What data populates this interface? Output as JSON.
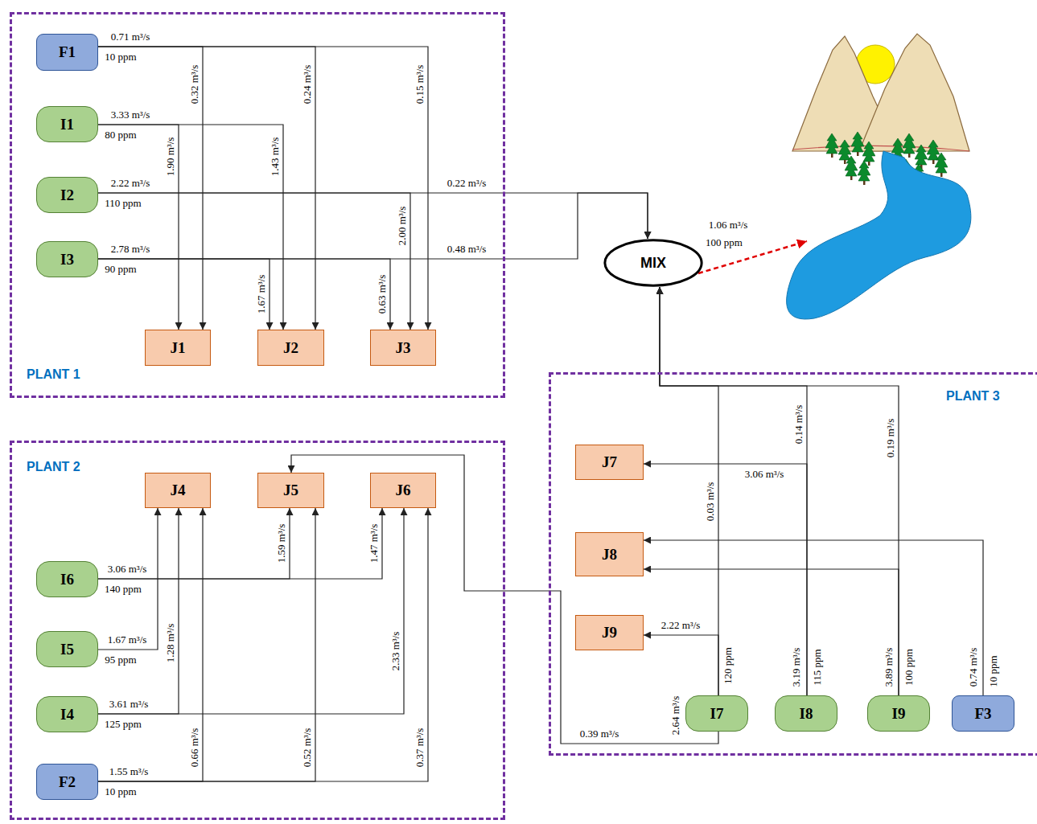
{
  "diagram": {
    "nodes": [
      {
        "text": [
          "PLANT 1"
        ]
      },
      {
        "text": [
          "F1"
        ],
        "in": 0
      },
      {
        "text": [
          "I1"
        ],
        "in": 0
      },
      {
        "text": [
          "I2"
        ],
        "in": 0
      },
      {
        "text": [
          "I3"
        ],
        "in": 0
      },
      {
        "text": [
          "J1"
        ],
        "in": 0
      },
      {
        "text": [
          "J2"
        ],
        "in": 0
      },
      {
        "text": [
          "J3"
        ],
        "in": 0
      },
      {
        "text": [
          "MIX"
        ]
      },
      {
        "text": [
          "PLANT 2"
        ]
      },
      {
        "text": [
          "J4"
        ],
        "in": 9
      },
      {
        "text": [
          "J5"
        ],
        "in": 9
      },
      {
        "text": [
          "J6"
        ],
        "in": 9
      },
      {
        "text": [
          "I6"
        ],
        "in": 9
      },
      {
        "text": [
          "I5"
        ],
        "in": 9
      },
      {
        "text": [
          "I4"
        ],
        "in": 9
      },
      {
        "text": [
          "F2"
        ],
        "in": 9
      },
      {
        "text": [
          "PLANT 3"
        ]
      },
      {
        "text": [
          "J7"
        ],
        "in": 17
      },
      {
        "text": [
          "J8"
        ],
        "in": 17
      },
      {
        "text": [
          "J9"
        ],
        "in": 17
      },
      {
        "text": [
          "I7"
        ],
        "in": 17
      },
      {
        "text": [
          "I8"
        ],
        "in": 17
      },
      {
        "text": [
          "I9"
        ],
        "in": 17
      },
      {
        "text": [
          "F3"
        ],
        "in": 17
      }
    ],
    "edges": [
      {
        "from": 1,
        "to": 5,
        "arrow": "to",
        "label": "0.32 m³/s"
      },
      {
        "from": 1,
        "to": 6,
        "arrow": "to",
        "label": "0.24 m³/s"
      },
      {
        "from": 1,
        "to": 7,
        "arrow": "to",
        "label": "0.15 m³/s"
      },
      {
        "from": 2,
        "to": 5,
        "arrow": "to",
        "label": "1.90 m³/s"
      },
      {
        "from": 2,
        "to": 6,
        "arrow": "to",
        "label": "1.43 m³/s"
      },
      {
        "from": 3,
        "to": 7,
        "arrow": "to",
        "label": "2.00 m³/s"
      },
      {
        "from": 3,
        "to": 8,
        "arrow": "to",
        "label": "0.22 m³/s"
      },
      {
        "from": 4,
        "to": 6,
        "arrow": "to",
        "label": "1.67 m³/s"
      },
      {
        "from": 4,
        "to": 7,
        "arrow": "to",
        "label": "0.63 m³/s"
      },
      {
        "from": 4,
        "to": 8,
        "arrow": "to",
        "label": "0.48 m³/s"
      },
      {
        "from": 13,
        "to": 11,
        "arrow": "to",
        "label": "1.59 m³/s"
      },
      {
        "from": 13,
        "to": 12,
        "arrow": "to",
        "label": "1.47 m³/s"
      },
      {
        "from": 14,
        "to": 10,
        "arrow": "to"
      },
      {
        "from": 15,
        "to": 10,
        "arrow": "to",
        "label": "1.28 m³/s"
      },
      {
        "from": 15,
        "to": 12,
        "arrow": "to",
        "label": "2.33 m³/s"
      },
      {
        "from": 16,
        "to": 10,
        "arrow": "to",
        "label": "0.66 m³/s"
      },
      {
        "from": 16,
        "to": 11,
        "arrow": "to",
        "label": "0.52 m³/s"
      },
      {
        "from": 16,
        "to": 12,
        "arrow": "to",
        "label": "0.37 m³/s"
      },
      {
        "from": 21,
        "to": 11,
        "arrow": "to",
        "label": "0.39 m³/s"
      },
      {
        "from": 21,
        "to": 20,
        "arrow": "to",
        "label": "2.22 m³/s"
      },
      {
        "from": 21,
        "to": 8,
        "arrow": "to",
        "label": "0.03 m³/s"
      },
      {
        "from": 22,
        "to": 18,
        "arrow": "to",
        "label": "3.06 m³/s"
      },
      {
        "from": 22,
        "to": 8,
        "arrow": "to",
        "label": "0.14 m³/s"
      },
      {
        "from": 23,
        "to": 19,
        "arrow": "to"
      },
      {
        "from": 23,
        "to": 8,
        "arrow": "to",
        "label": "0.19 m³/s"
      },
      {
        "from": 24,
        "to": 19,
        "arrow": "to"
      }
    ],
    "labels": [
      "0.71 m³/s",
      "10 ppm",
      "3.33 m³/s",
      "80 ppm",
      "2.22 m³/s",
      "110 ppm",
      "2.78 m³/s",
      "90 ppm",
      "1.06 m³/s",
      "100 ppm",
      "3.06 m³/s",
      "140 ppm",
      "1.67 m³/s",
      "95 ppm",
      "3.61 m³/s",
      "125 ppm",
      "1.55 m³/s",
      "10 ppm",
      "2.64 m³/s",
      "120 ppm",
      "3.19 m³/s",
      "115 ppm",
      "3.89 m³/s",
      "100 ppm",
      "0.74 m³/s",
      "10 ppm"
    ]
  }
}
